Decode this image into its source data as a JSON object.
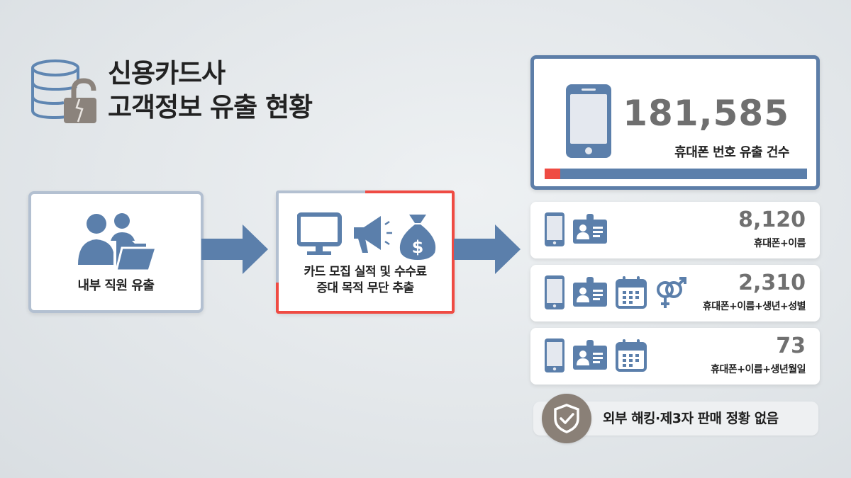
{
  "title": {
    "line1": "신용카드사",
    "line2": "고객정보 유출 현황",
    "icon": "database-broken-lock-icon"
  },
  "flow": [
    {
      "label": "내부 직원 유출",
      "icon": "employees-folder-icon"
    },
    {
      "label_line1": "카드 모집 실적 및 수수료",
      "label_line2": "증대 목적 무단 추출",
      "icons": [
        "monitor-icon",
        "megaphone-icon",
        "money-bag-icon"
      ]
    }
  ],
  "main_stat": {
    "number": "181,585",
    "label": "휴대폰 번호 유출 건수",
    "icon": "smartphone-icon",
    "bar_highlight_percent": 6
  },
  "breakdown": [
    {
      "number": "8,120",
      "label": "휴대폰+이름",
      "icons": [
        "smartphone-icon",
        "id-card-icon"
      ]
    },
    {
      "number": "2,310",
      "label": "휴대폰+이름+생년+성별",
      "icons": [
        "smartphone-icon",
        "id-card-icon",
        "calendar-icon",
        "gender-icon"
      ]
    },
    {
      "number": "73",
      "label": "휴대폰+이름+생년월일",
      "icons": [
        "smartphone-icon",
        "id-card-icon",
        "calendar-icon"
      ]
    }
  ],
  "note": {
    "text": "외부 해킹·제3자 판매 정황 없음",
    "icon": "shield-check-icon"
  },
  "colors": {
    "accent_blue": "#5b7fab",
    "alert_red": "#ef4b43",
    "muted_border": "#b3c0d1",
    "shield_bg": "#8a8077",
    "number_gray": "#6f6f6f"
  }
}
